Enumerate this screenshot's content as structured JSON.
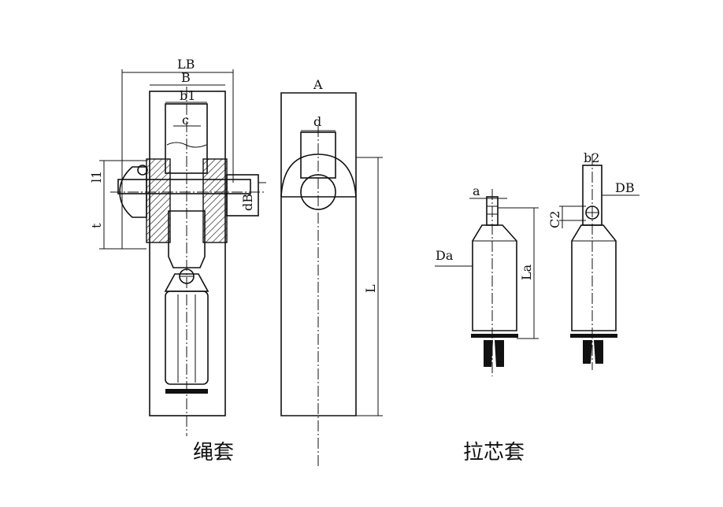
{
  "figures": {
    "rope_socket": {
      "caption": "绳套",
      "labels": {
        "LB": "LB",
        "B": "B",
        "b1": "b1",
        "c": "c",
        "dB": "dB",
        "l1": "l1",
        "t": "t"
      }
    },
    "side_view": {
      "labels": {
        "A": "A",
        "d": "d",
        "L": "L"
      }
    },
    "pull_core_socket": {
      "caption": "拉芯套",
      "labels": {
        "a": "a",
        "Da": "Da",
        "La": "La",
        "b2": "b2",
        "DB": "DB",
        "C2": "C2"
      }
    }
  }
}
